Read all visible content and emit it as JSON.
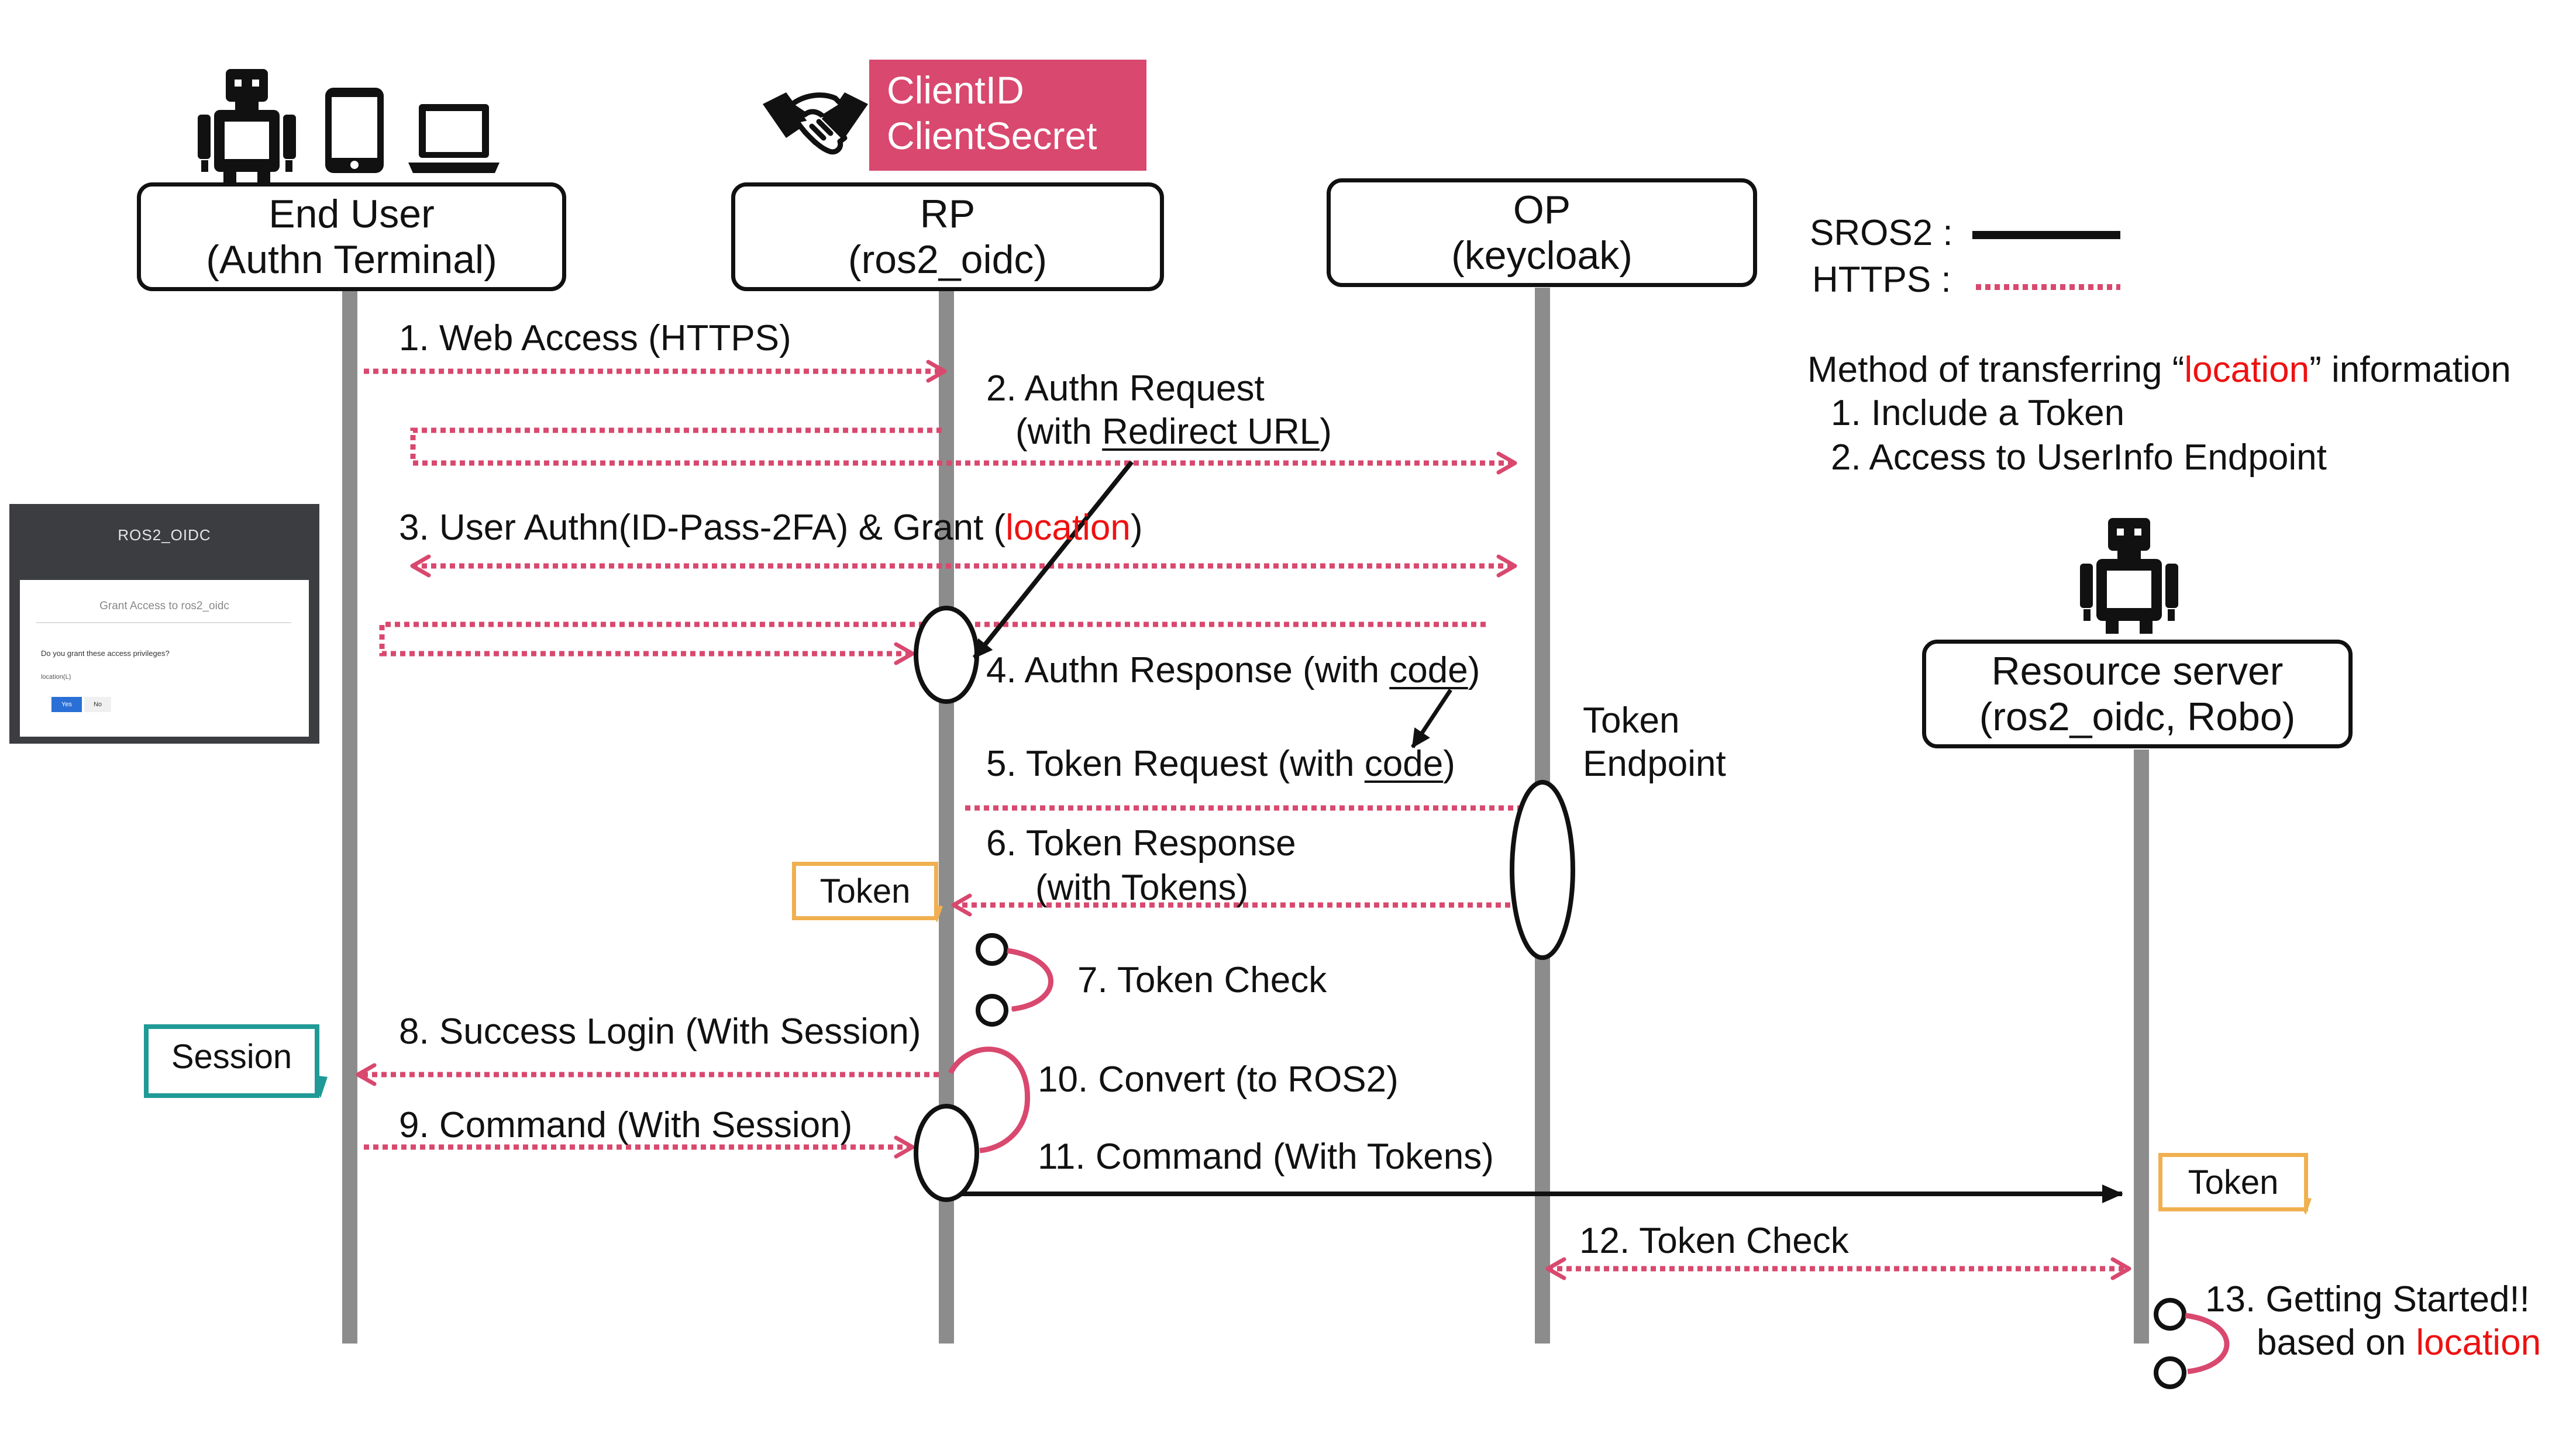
{
  "participants": {
    "end_user": {
      "name": "End User",
      "sub": "(Authn Terminal)"
    },
    "rp": {
      "name": "RP",
      "sub": "(ros2_oidc)"
    },
    "op": {
      "name": "OP",
      "sub": "(keycloak)"
    },
    "resource": {
      "name": "Resource server",
      "sub": "(ros2_oidc, Robo)"
    }
  },
  "client_credentials": {
    "line1": "ClientID",
    "line2": "ClientSecret"
  },
  "legend": {
    "sros2": "SROS2 :",
    "https": "HTTPS :"
  },
  "method": {
    "title_pre": "Method of transferring “",
    "title_highlight": "location",
    "title_post": "” information",
    "item1": "1. Include a Token",
    "item2": "2. Access to UserInfo Endpoint"
  },
  "steps": {
    "s1": "1. Web Access (HTTPS)",
    "s2_line1": "2. Authn Request",
    "s2_pre": "(with ",
    "s2_underlined": "Redirect URL",
    "s2_post": ")",
    "s3_pre": "3. User Authn(ID-Pass-2FA) & Grant (",
    "s3_highlight": "location",
    "s3_post": ")",
    "s4_pre": "4. Authn Response (with ",
    "s4_underlined": "code",
    "s4_post": ")",
    "s5_pre": "5. Token Request (with ",
    "s5_underlined": "code",
    "s5_post": ")",
    "s6_line1": "6. Token Response",
    "s6_line2": "(with Tokens)",
    "s7": "7. Token Check",
    "s8": "8. Success Login (With Session)",
    "s9": "9. Command (With Session)",
    "s10": "10. Convert (to ROS2)",
    "s11": "11. Command (With Tokens)",
    "s12": "12. Token Check",
    "s13_line1": "13. Getting Started!!",
    "s13_pre": "based on ",
    "s13_highlight": "location"
  },
  "token_endpoint": {
    "line1": "Token",
    "line2": "Endpoint"
  },
  "tags": {
    "token_rp": "Token",
    "session": "Session",
    "token_rs": "Token"
  },
  "consent_screenshot": {
    "title": "ROS2_OIDC",
    "subtitle": "Grant Access to ros2_oidc",
    "question": "Do you grant these access privileges?",
    "scope": "location(L)",
    "yes": "Yes",
    "no": "No"
  },
  "icons": [
    "robot-icon",
    "tablet-icon",
    "laptop-icon",
    "handshake-icon"
  ],
  "colors": {
    "https_arrow": "#d9486e",
    "sros2_arrow": "#111111",
    "lifeline": "#8c8c8c",
    "client_box": "#d9486e",
    "token_tag": "#f0b050",
    "session_tag": "#1f9a96",
    "highlight": "#ee1111"
  }
}
